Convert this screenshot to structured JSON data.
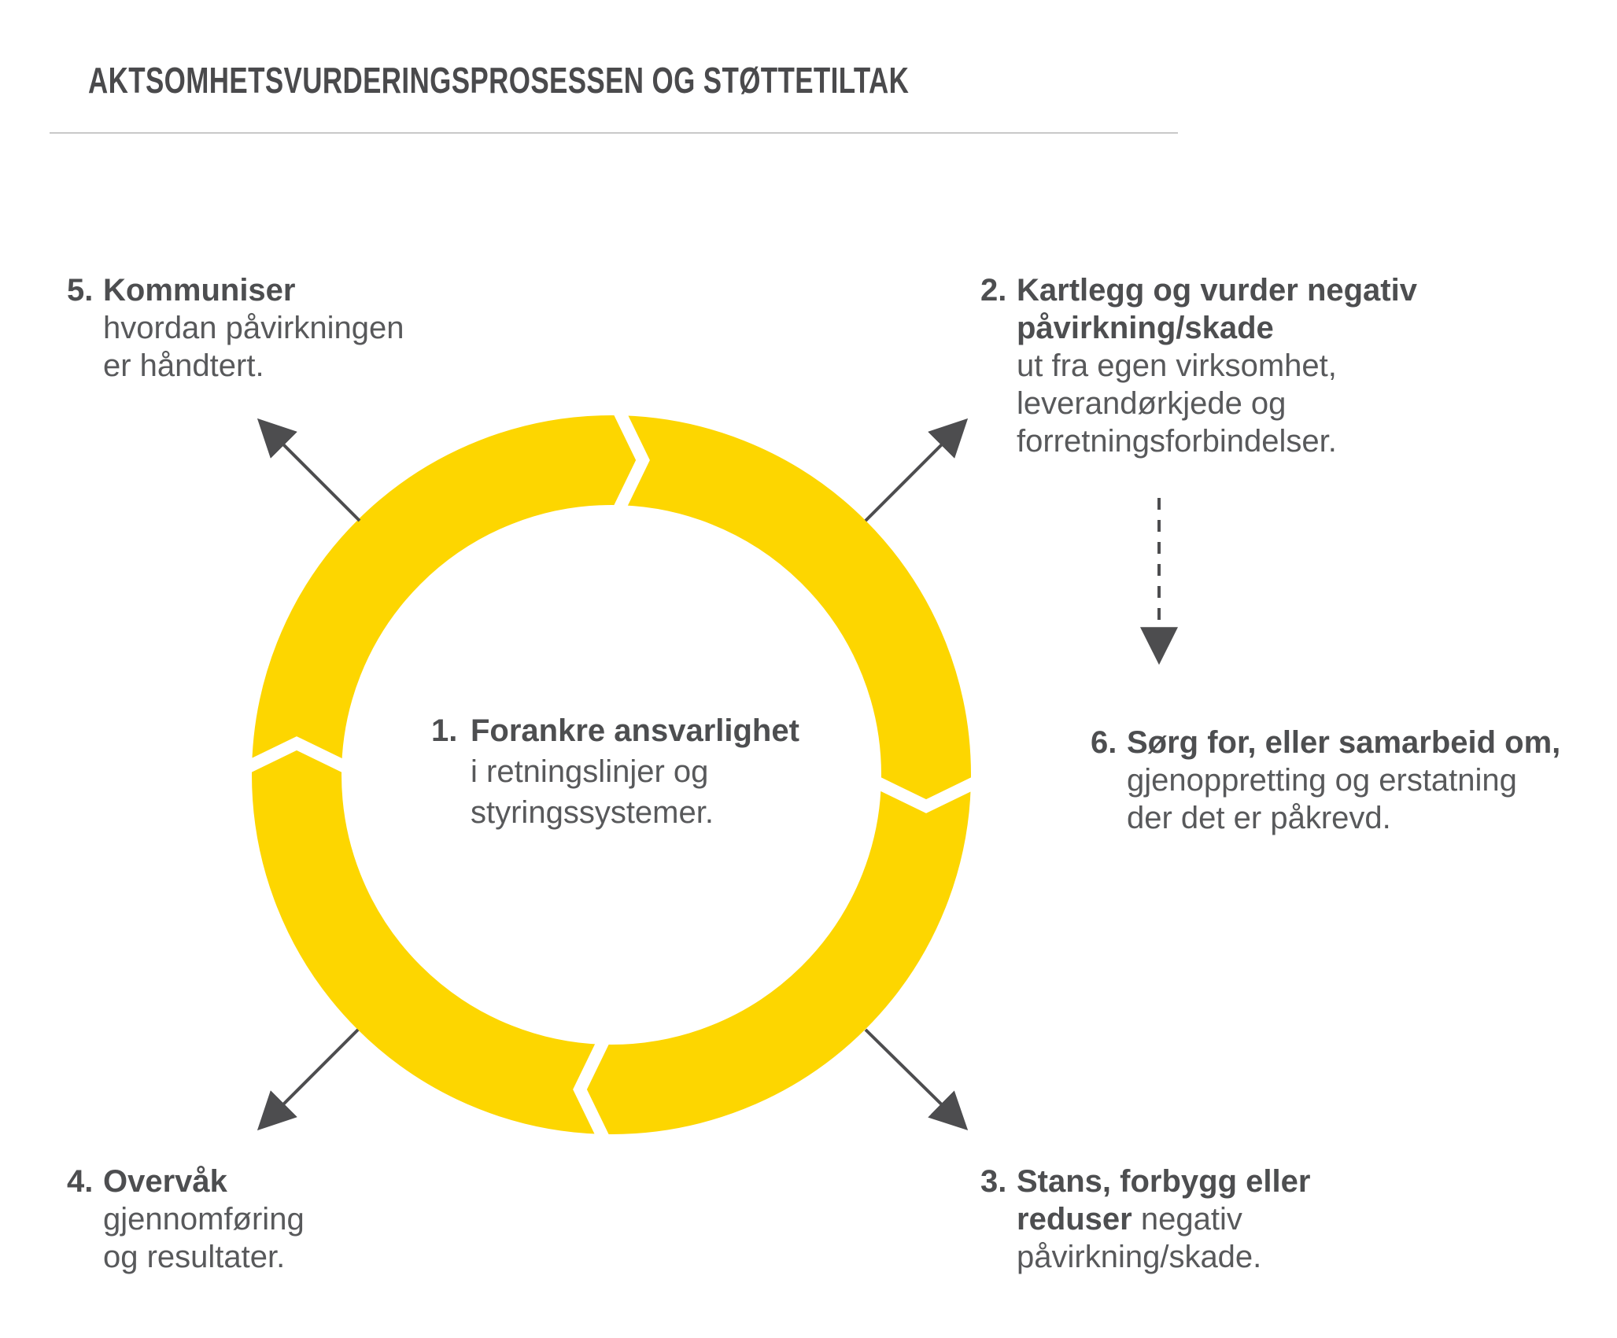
{
  "title": "AKTSOMHETSVURDERINGSPROSESSEN OG STØTTETILTAK",
  "diagram": {
    "type": "process-cycle",
    "colors": {
      "ring": "#FDD600",
      "heading_text": "#4A4A4C",
      "bold_text": "#4D4E50",
      "body_text": "#58595B",
      "arrow": "#4D4D4F",
      "divider": "#C9C9C9"
    },
    "steps": {
      "s1": {
        "num": "1.",
        "position": "center-of-ring",
        "lines": [
          {
            "b": "Forankre ansvarlighet"
          },
          {
            "t": "i retningslinjer og"
          },
          {
            "t": "styringssystemer."
          }
        ]
      },
      "s2": {
        "num": "2.",
        "position": "top-right",
        "lines": [
          {
            "b": "Kartlegg og vurder negativ"
          },
          {
            "b": "påvirkning/skade"
          },
          {
            "t": "ut fra egen virksomhet,"
          },
          {
            "t": "leverandørkjede og"
          },
          {
            "t": "forretningsforbindelser."
          }
        ]
      },
      "s3": {
        "num": "3.",
        "position": "bottom-right",
        "lines": [
          {
            "b": "Stans, forbygg eller"
          },
          {
            "b": "reduser",
            "t": " negativ"
          },
          {
            "t": "påvirkning/skade."
          }
        ]
      },
      "s4": {
        "num": "4.",
        "position": "bottom-left",
        "lines": [
          {
            "b": "Overvåk"
          },
          {
            "t": "gjennomføring"
          },
          {
            "t": "og resultater."
          }
        ]
      },
      "s5": {
        "num": "5.",
        "position": "top-left",
        "lines": [
          {
            "b": "Kommuniser"
          },
          {
            "t": "hvordan påvirkningen"
          },
          {
            "t": "er håndtert."
          }
        ]
      },
      "s6": {
        "num": "6.",
        "position": "right",
        "lines": [
          {
            "b": "Sørg for, eller samarbeid om,"
          },
          {
            "t": "gjenoppretting og erstatning"
          },
          {
            "t": "der det er påkrevd."
          }
        ]
      }
    },
    "connectors": {
      "solid_arrows": [
        "ring-to-step-5",
        "ring-to-step-2",
        "ring-to-step-4",
        "ring-to-step-3"
      ],
      "dashed_arrow": "step-2-to-step-6"
    }
  }
}
